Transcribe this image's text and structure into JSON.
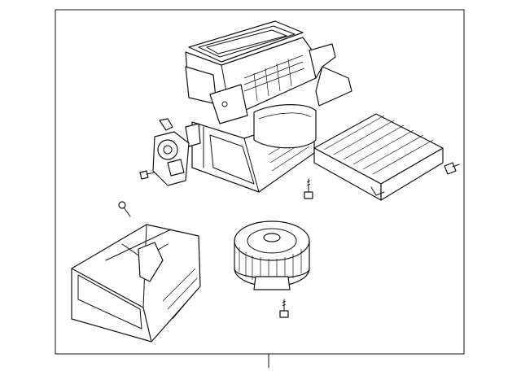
{
  "diagram": {
    "type": "exploded-parts-diagram",
    "components": [
      {
        "id": "heater-case",
        "icon": "hvac-case-icon"
      },
      {
        "id": "cabin-air-filter",
        "icon": "filter-icon"
      },
      {
        "id": "blower-motor",
        "icon": "fan-motor-icon"
      },
      {
        "id": "blower-housing",
        "icon": "housing-icon"
      },
      {
        "id": "resistor-actuator",
        "icon": "actuator-icon"
      },
      {
        "id": "bolt-left",
        "icon": "bolt-icon"
      },
      {
        "id": "bolt-center",
        "icon": "bolt-icon"
      },
      {
        "id": "bolt-right",
        "icon": "bolt-icon"
      },
      {
        "id": "bolt-motor",
        "icon": "bolt-icon"
      },
      {
        "id": "screw-upper-left",
        "icon": "screw-icon"
      }
    ],
    "colors": {
      "line": "#111111",
      "background": "#ffffff"
    }
  }
}
